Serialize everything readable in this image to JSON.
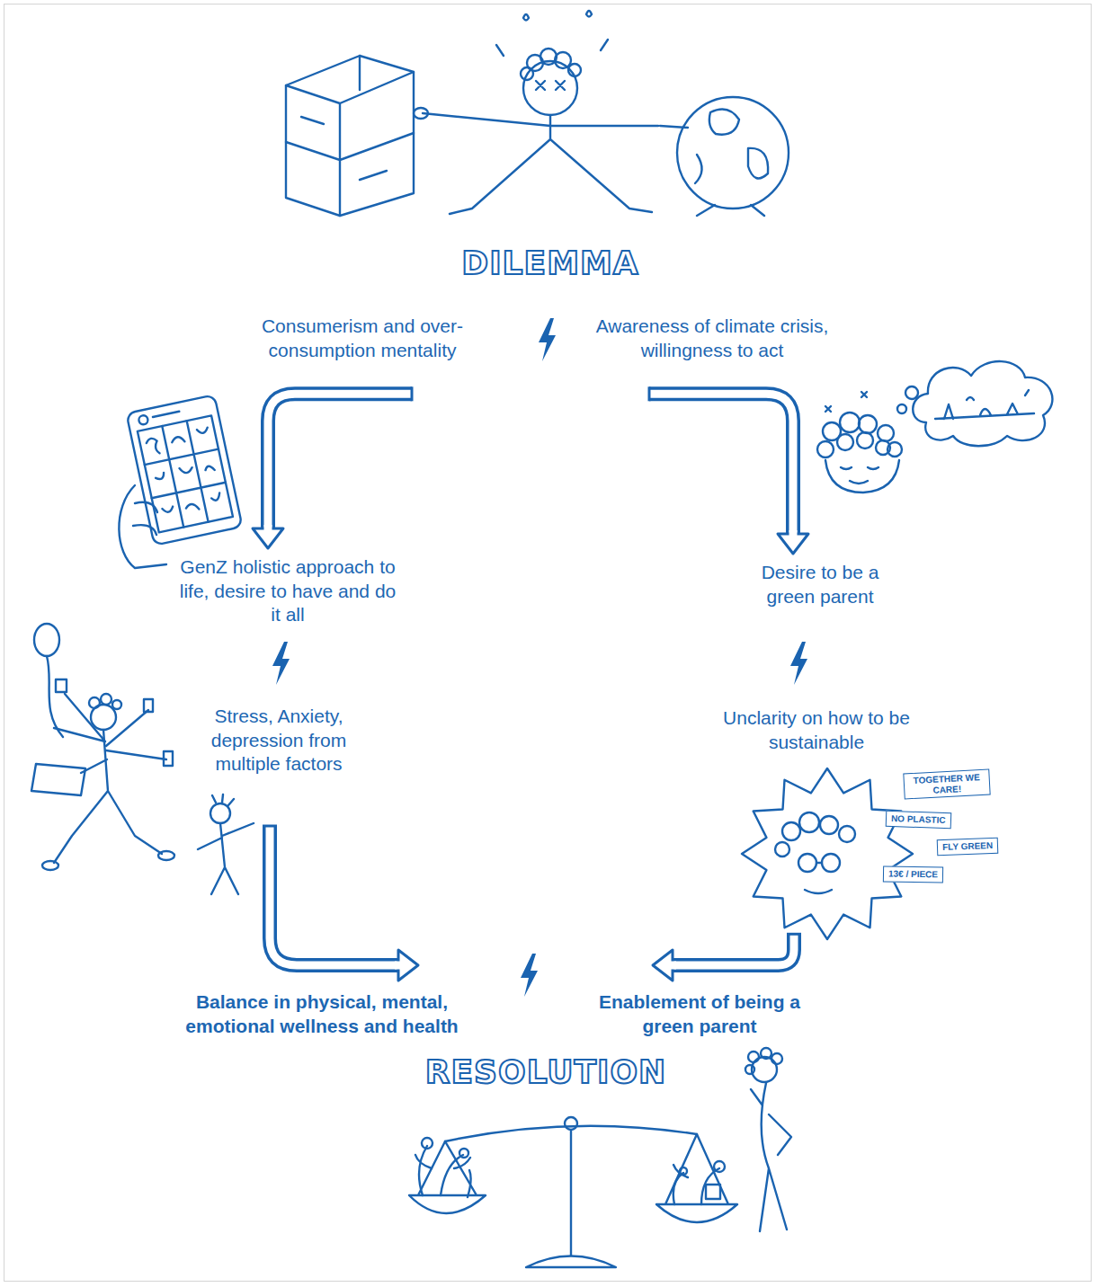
{
  "diagram": {
    "title": "DILEMMA",
    "nodes": [
      {
        "text": [
          "Consumerism and over- consumption mentality"
        ]
      },
      {
        "text": [
          "Awareness of climate crisis, willingness to act"
        ]
      },
      {
        "text": [
          "GenZ holistic approach to life, desire to have and do it all"
        ]
      },
      {
        "text": [
          "Desire to be a green parent"
        ]
      },
      {
        "text": [
          "Stress, Anxiety, depression from multiple factors"
        ]
      },
      {
        "text": [
          "Unclarity on how to be sustainable"
        ]
      },
      {
        "text": [
          "TOGETHER WE CARE!"
        ]
      },
      {
        "text": [
          "NO PLASTIC"
        ]
      },
      {
        "text": [
          "FLY GREEN"
        ]
      },
      {
        "text": [
          "13€ / PIECE"
        ]
      },
      {
        "text": [
          "Balance in physical, mental, emotional wellness and health"
        ]
      },
      {
        "text": [
          "Enablement of being a green parent"
        ]
      }
    ],
    "edges": [
      {
        "from": 0,
        "to": 2,
        "arrow": "to"
      },
      {
        "from": 1,
        "to": 3,
        "arrow": "to"
      },
      {
        "from": 4,
        "to": 10,
        "arrow": "to"
      },
      {
        "from": 5,
        "to": 11,
        "arrow": "to"
      }
    ],
    "labels": [
      "RESOLUTION"
    ]
  }
}
